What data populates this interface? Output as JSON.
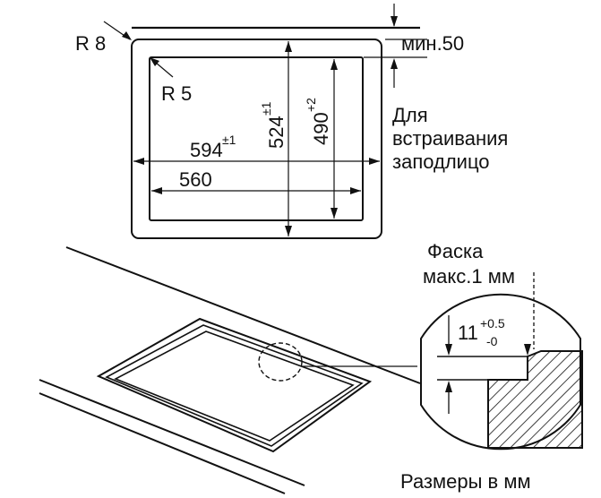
{
  "top_view": {
    "outer_radius_label": "R 8",
    "inner_radius_label": "R 5",
    "width_outer": {
      "value": "594",
      "tolerance": "±1"
    },
    "width_inner": {
      "value": "560"
    },
    "depth_outer": {
      "value": "524",
      "tolerance": "±1"
    },
    "depth_inner": {
      "value": "490",
      "tolerance": "+2"
    },
    "min_distance_label": "мин.50",
    "flush_note": [
      "Для",
      "встраивания",
      "заподлицо"
    ]
  },
  "detail": {
    "chamfer_note": [
      "Фаска",
      "макс.1 мм"
    ],
    "depth": {
      "value": "11",
      "tol_upper": "+0.5",
      "tol_lower": "-0"
    }
  },
  "footer": {
    "units_note": "Размеры в мм"
  }
}
